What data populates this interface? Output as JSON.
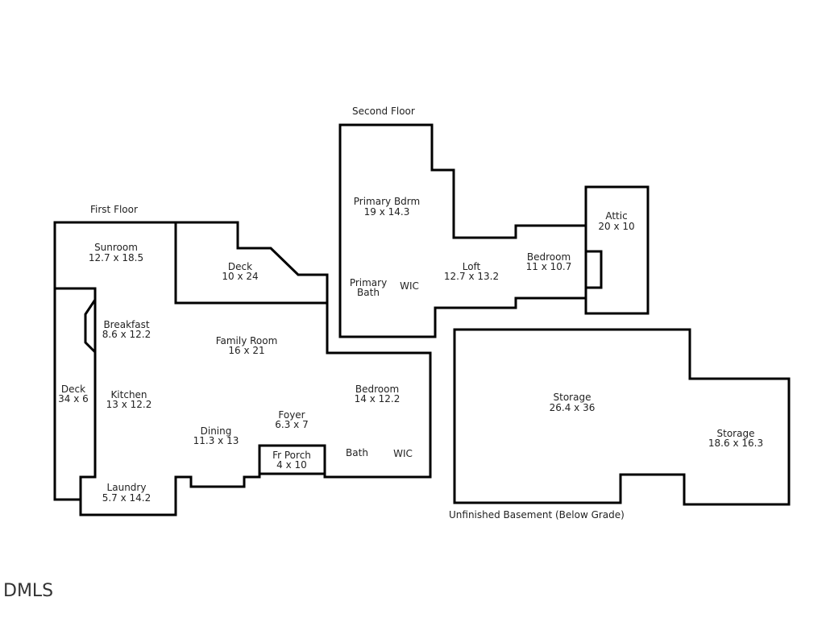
{
  "floors": {
    "first": {
      "title": "First Floor"
    },
    "second": {
      "title": "Second Floor"
    },
    "basement": {
      "title": "Unfinished Basement (Below Grade)"
    }
  },
  "rooms": {
    "sunroom": {
      "name": "Sunroom",
      "dims": "12.7 x 18.5"
    },
    "deck_upper": {
      "name": "Deck",
      "dims": "10 x 24"
    },
    "breakfast": {
      "name": "Breakfast",
      "dims": "8.6 x 12.2"
    },
    "family_room": {
      "name": "Family Room",
      "dims": "16 x 21"
    },
    "deck_side": {
      "name": "Deck",
      "dims": "34 x 6"
    },
    "kitchen": {
      "name": "Kitchen",
      "dims": "13 x 12.2"
    },
    "bedroom_first": {
      "name": "Bedroom",
      "dims": "14 x 12.2"
    },
    "foyer": {
      "name": "Foyer",
      "dims": "6.3 x 7"
    },
    "dining": {
      "name": "Dining",
      "dims": "11.3 x 13"
    },
    "fr_porch": {
      "name": "Fr Porch",
      "dims": "4 x 10"
    },
    "bath_first": {
      "name": "Bath"
    },
    "wic_first": {
      "name": "WIC"
    },
    "laundry": {
      "name": "Laundry",
      "dims": "5.7 x 14.2"
    },
    "primary_bdrm": {
      "name": "Primary Bdrm",
      "dims": "19 x 14.3"
    },
    "primary_bath": {
      "line1": "Primary",
      "line2": "Bath"
    },
    "wic_second": {
      "name": "WIC"
    },
    "loft": {
      "name": "Loft",
      "dims": "12.7 x 13.2"
    },
    "bedroom_second": {
      "name": "Bedroom",
      "dims": "11 x 10.7"
    },
    "attic": {
      "name": "Attic",
      "dims": "20 x 10"
    },
    "storage_large": {
      "name": "Storage",
      "dims": "26.4 x 36"
    },
    "storage_small": {
      "name": "Storage",
      "dims": "18.6 x 16.3"
    }
  },
  "watermark": "DMLS"
}
